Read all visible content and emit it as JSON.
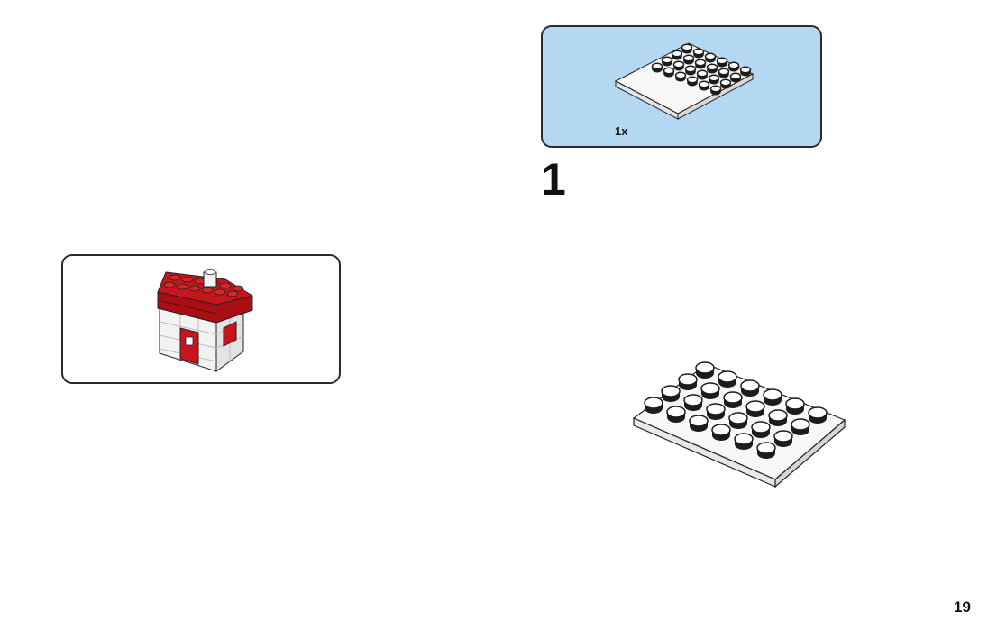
{
  "parts_list": {
    "quantity": "1x",
    "part": "white-4x6-plate"
  },
  "step": {
    "number": "1"
  },
  "page": {
    "number": "19"
  },
  "model_preview": {
    "subject": "red-roof-house-model"
  },
  "colors": {
    "parts_panel_bg": "#b5d8f2",
    "brick_white": "#f4f4f4",
    "brick_red": "#c8141c",
    "stud_dark": "#1c1c1c"
  }
}
